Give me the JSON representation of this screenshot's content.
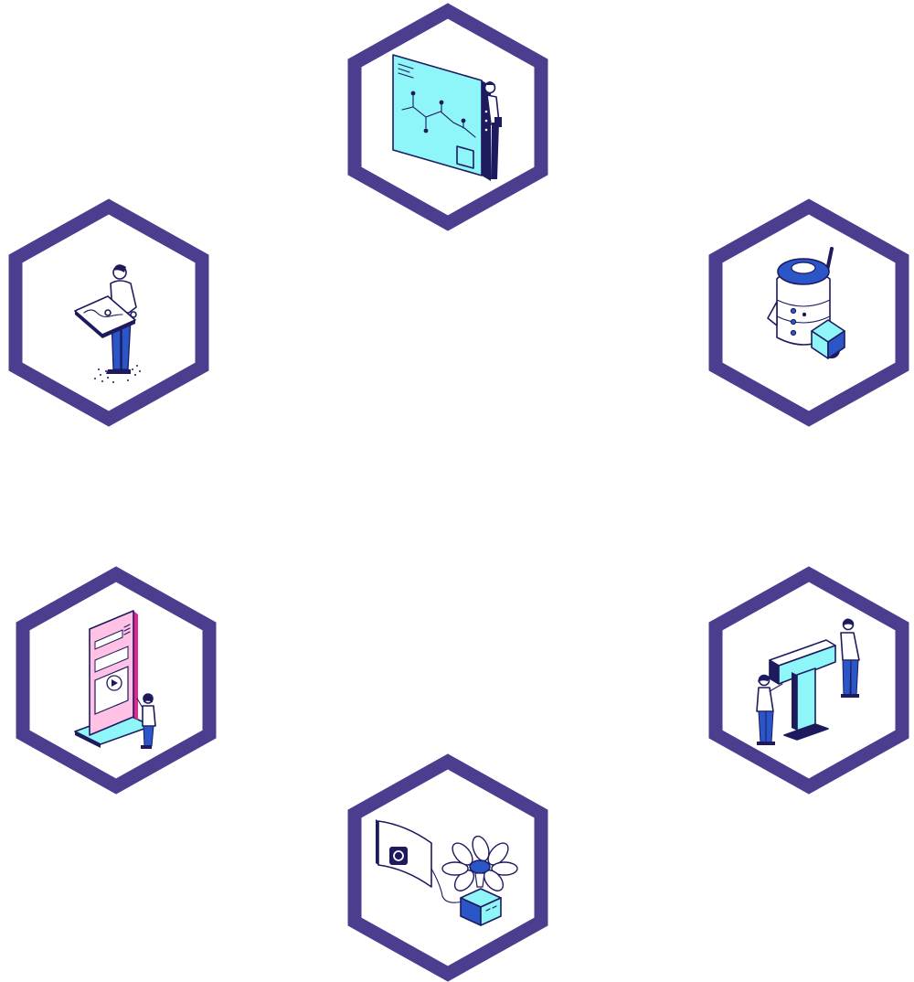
{
  "colors": {
    "hexagon_border": "#4c3d8f",
    "ink": "#1d1a5e",
    "cyan": "#8ef5f8",
    "blue": "#2b56c8",
    "pink": "#ff9fd0",
    "magenta": "#e0288f",
    "background": "#ffffff"
  },
  "hexagons": [
    {
      "id": "top",
      "illustration": "person-with-chart-board"
    },
    {
      "id": "upper-left",
      "illustration": "person-holding-map-board"
    },
    {
      "id": "upper-right",
      "illustration": "robot-with-cube"
    },
    {
      "id": "lower-left",
      "illustration": "person-at-video-kiosk"
    },
    {
      "id": "lower-right",
      "illustration": "two-people-with-letter-t"
    },
    {
      "id": "bottom",
      "illustration": "camera-screen-and-flower-device"
    }
  ]
}
